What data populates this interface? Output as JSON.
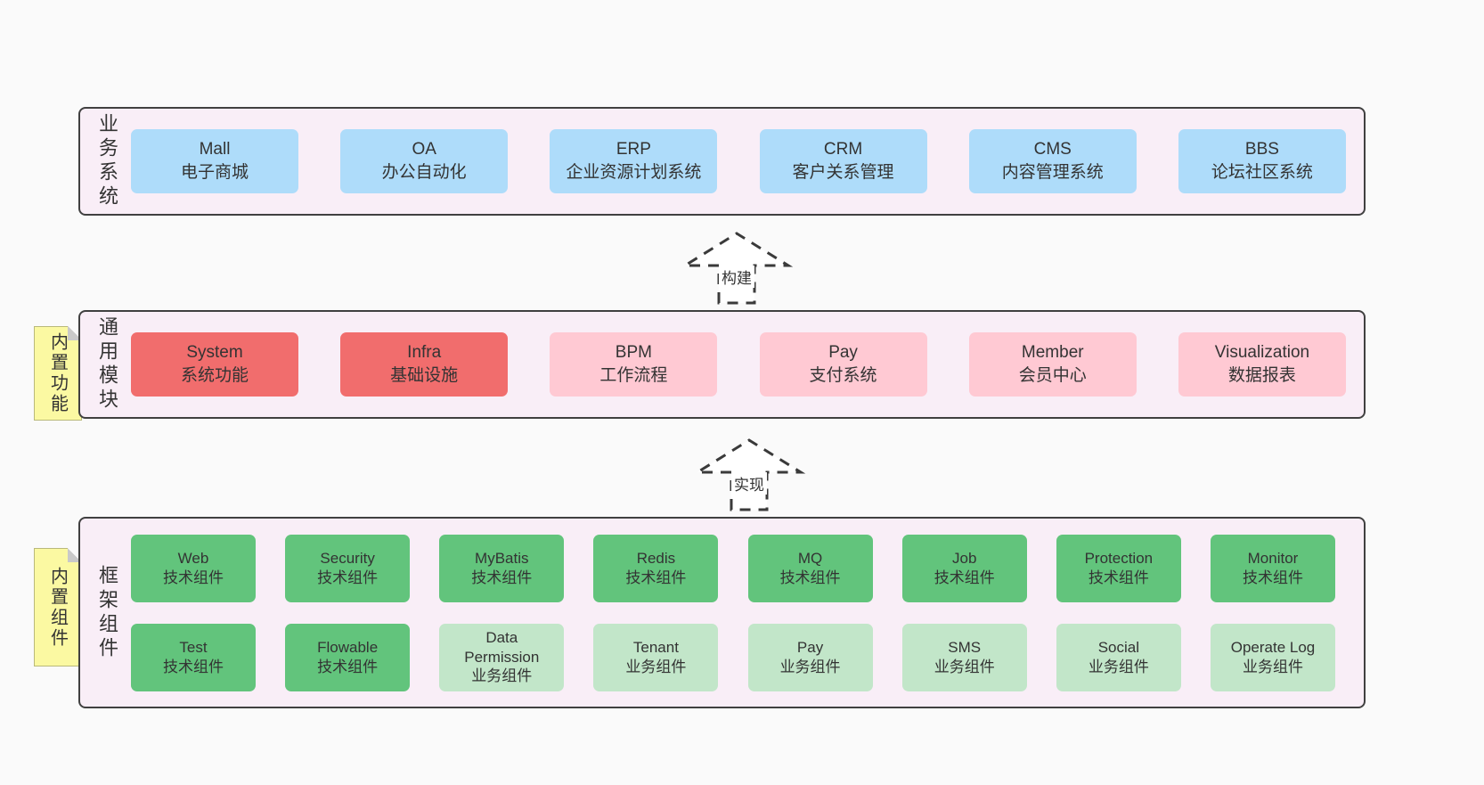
{
  "colors": {
    "page-bg": "#fafafa",
    "container-bg": "#f9eef7",
    "container-border": "#404040",
    "blue": "#aedcfa",
    "red": "#f16d6d",
    "pink": "#ffc9d3",
    "green": "#62c47c",
    "lightgreen": "#c2e6c9",
    "note-bg": "#fbf9a2",
    "note-border": "#b9b97a",
    "note-fold": "#c9c9c9",
    "text": "#333333",
    "arrow-stroke": "#3a3a3a"
  },
  "arrows": [
    {
      "label": "构建"
    },
    {
      "label": "实现"
    }
  ],
  "notes": [
    {
      "label": "内置功能"
    },
    {
      "label": "内置组件"
    }
  ],
  "layers": [
    {
      "label": "业务系统",
      "rows": [
        [
          {
            "en": "Mall",
            "zh": "电子商城"
          },
          {
            "en": "OA",
            "zh": "办公自动化"
          },
          {
            "en": "ERP",
            "zh": "企业资源计划系统"
          },
          {
            "en": "CRM",
            "zh": "客户关系管理"
          },
          {
            "en": "CMS",
            "zh": "内容管理系统"
          },
          {
            "en": "BBS",
            "zh": "论坛社区系统"
          }
        ]
      ]
    },
    {
      "label": "通用模块",
      "rows": [
        [
          {
            "en": "System",
            "zh": "系统功能"
          },
          {
            "en": "Infra",
            "zh": "基础设施"
          },
          {
            "en": "BPM",
            "zh": "工作流程"
          },
          {
            "en": "Pay",
            "zh": "支付系统"
          },
          {
            "en": "Member",
            "zh": "会员中心"
          },
          {
            "en": "Visualization",
            "zh": "数据报表"
          }
        ]
      ]
    },
    {
      "label": "框架组件",
      "rows": [
        [
          {
            "en": "Web",
            "zh": "技术组件"
          },
          {
            "en": "Security",
            "zh": "技术组件"
          },
          {
            "en": "MyBatis",
            "zh": "技术组件"
          },
          {
            "en": "Redis",
            "zh": "技术组件"
          },
          {
            "en": "MQ",
            "zh": "技术组件"
          },
          {
            "en": "Job",
            "zh": "技术组件"
          },
          {
            "en": "Protection",
            "zh": "技术组件"
          },
          {
            "en": "Monitor",
            "zh": "技术组件"
          }
        ],
        [
          {
            "en": "Test",
            "zh": "技术组件"
          },
          {
            "en": "Flowable",
            "zh": "技术组件"
          },
          {
            "en": "Data Permission",
            "zh": "业务组件"
          },
          {
            "en": "Tenant",
            "zh": "业务组件"
          },
          {
            "en": "Pay",
            "zh": "业务组件"
          },
          {
            "en": "SMS",
            "zh": "业务组件"
          },
          {
            "en": "Social",
            "zh": "业务组件"
          },
          {
            "en": "Operate Log",
            "zh": "业务组件"
          }
        ]
      ]
    }
  ]
}
